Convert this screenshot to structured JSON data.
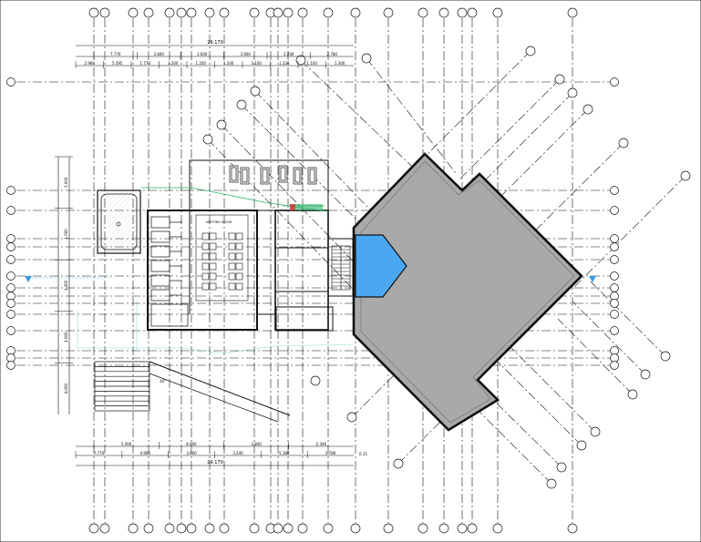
{
  "drawing": {
    "dimensions_top": {
      "overall": "29.170",
      "row_a": [
        "7.770",
        "3.840",
        "3.600",
        "3.600",
        "3.240",
        "2.780"
      ],
      "row_b": [
        "2.960",
        "5.595",
        "1.770",
        "3.200",
        "1.200",
        "1.200",
        "3.100",
        "1.330",
        "1.100",
        "1.300"
      ]
    },
    "dimensions_bottom": {
      "overall": "29.170",
      "row_a": [
        "5.260",
        "8.000",
        "3.840",
        "2.346"
      ],
      "row_b": [
        "7.770",
        "4.900",
        "3.600",
        "3.240",
        "5.180",
        "2.780"
      ],
      "end_label": "0.15"
    },
    "dimensions_left": [
      "3.000",
      "1.500",
      "3.300",
      "4.000",
      "4.000"
    ],
    "room_label": "MEETING ROOM",
    "angle_label": "30°",
    "colors": {
      "hall_fill": "#a9a9a9",
      "pool_fill": "#4aa8f2",
      "level_marker": "#3a9be0",
      "greenery": "#2db36a",
      "accent_red": "#d93030"
    }
  }
}
